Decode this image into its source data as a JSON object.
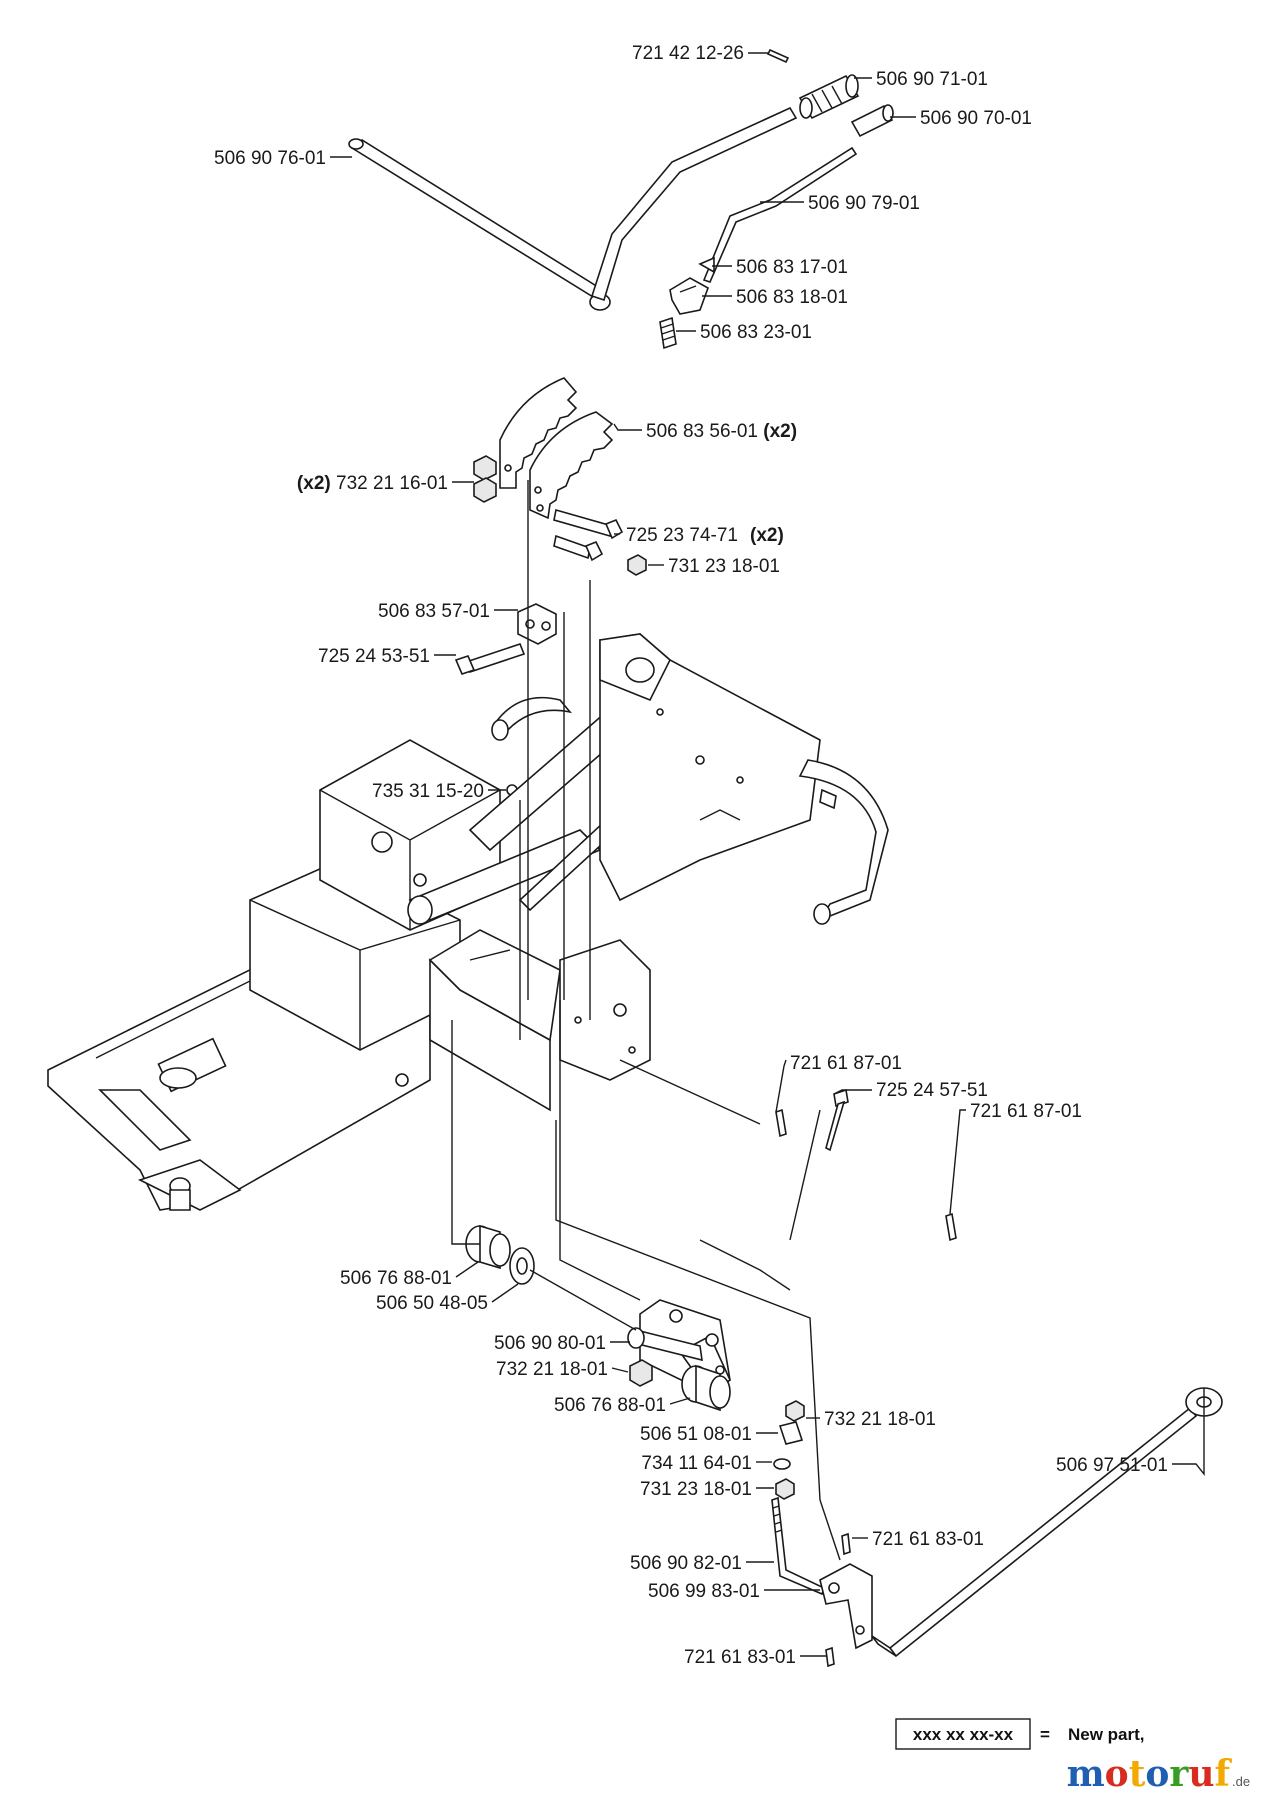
{
  "parts": [
    {
      "id": "p01",
      "number": "721 42 12-26"
    },
    {
      "id": "p02",
      "number": "506 90 71-01"
    },
    {
      "id": "p03",
      "number": "506 90 70-01"
    },
    {
      "id": "p04",
      "number": "506 90 76-01"
    },
    {
      "id": "p05",
      "number": "506 90 79-01"
    },
    {
      "id": "p06",
      "number": "506 83 17-01"
    },
    {
      "id": "p07",
      "number": "506 83 18-01"
    },
    {
      "id": "p08",
      "number": "506 83 23-01"
    },
    {
      "id": "p09",
      "number": "506 83 56-01",
      "qty": "(x2)"
    },
    {
      "id": "p10",
      "number": "732 21 16-01",
      "qty": "(x2)"
    },
    {
      "id": "p11",
      "number": "725 23 74-71",
      "qty": "(x2)"
    },
    {
      "id": "p12",
      "number": "731 23 18-01"
    },
    {
      "id": "p13",
      "number": "506 83 57-01"
    },
    {
      "id": "p14",
      "number": "725 24 53-51"
    },
    {
      "id": "p15",
      "number": "735 31 15-20"
    },
    {
      "id": "p16",
      "number": "721 61 87-01"
    },
    {
      "id": "p17",
      "number": "725 24 57-51"
    },
    {
      "id": "p18",
      "number": "721 61 87-01"
    },
    {
      "id": "p19",
      "number": "506 76 88-01"
    },
    {
      "id": "p20",
      "number": "506 50 48-05"
    },
    {
      "id": "p21",
      "number": "506 90 80-01"
    },
    {
      "id": "p22",
      "number": "732 21 18-01"
    },
    {
      "id": "p23",
      "number": "506 76 88-01"
    },
    {
      "id": "p24",
      "number": "732 21 18-01"
    },
    {
      "id": "p25",
      "number": "506 51 08-01"
    },
    {
      "id": "p26",
      "number": "734 11 64-01"
    },
    {
      "id": "p27",
      "number": "731 23 18-01"
    },
    {
      "id": "p28",
      "number": "506 97 51-01"
    },
    {
      "id": "p29",
      "number": "721 61 83-01"
    },
    {
      "id": "p30",
      "number": "506 90 82-01"
    },
    {
      "id": "p31",
      "number": "506 99 83-01"
    },
    {
      "id": "p32",
      "number": "721 61 83-01"
    }
  ],
  "legend": {
    "sample": "xxx xx xx-xx",
    "equals": "=",
    "meaning": "New part,"
  },
  "logo": {
    "name": "motoruf",
    "suffix": ".de",
    "colors": [
      "#1e5fb4",
      "#d62d20",
      "#f2a900",
      "#1e5fb4",
      "#3a9d23",
      "#d62d20",
      "#f2a900"
    ]
  }
}
